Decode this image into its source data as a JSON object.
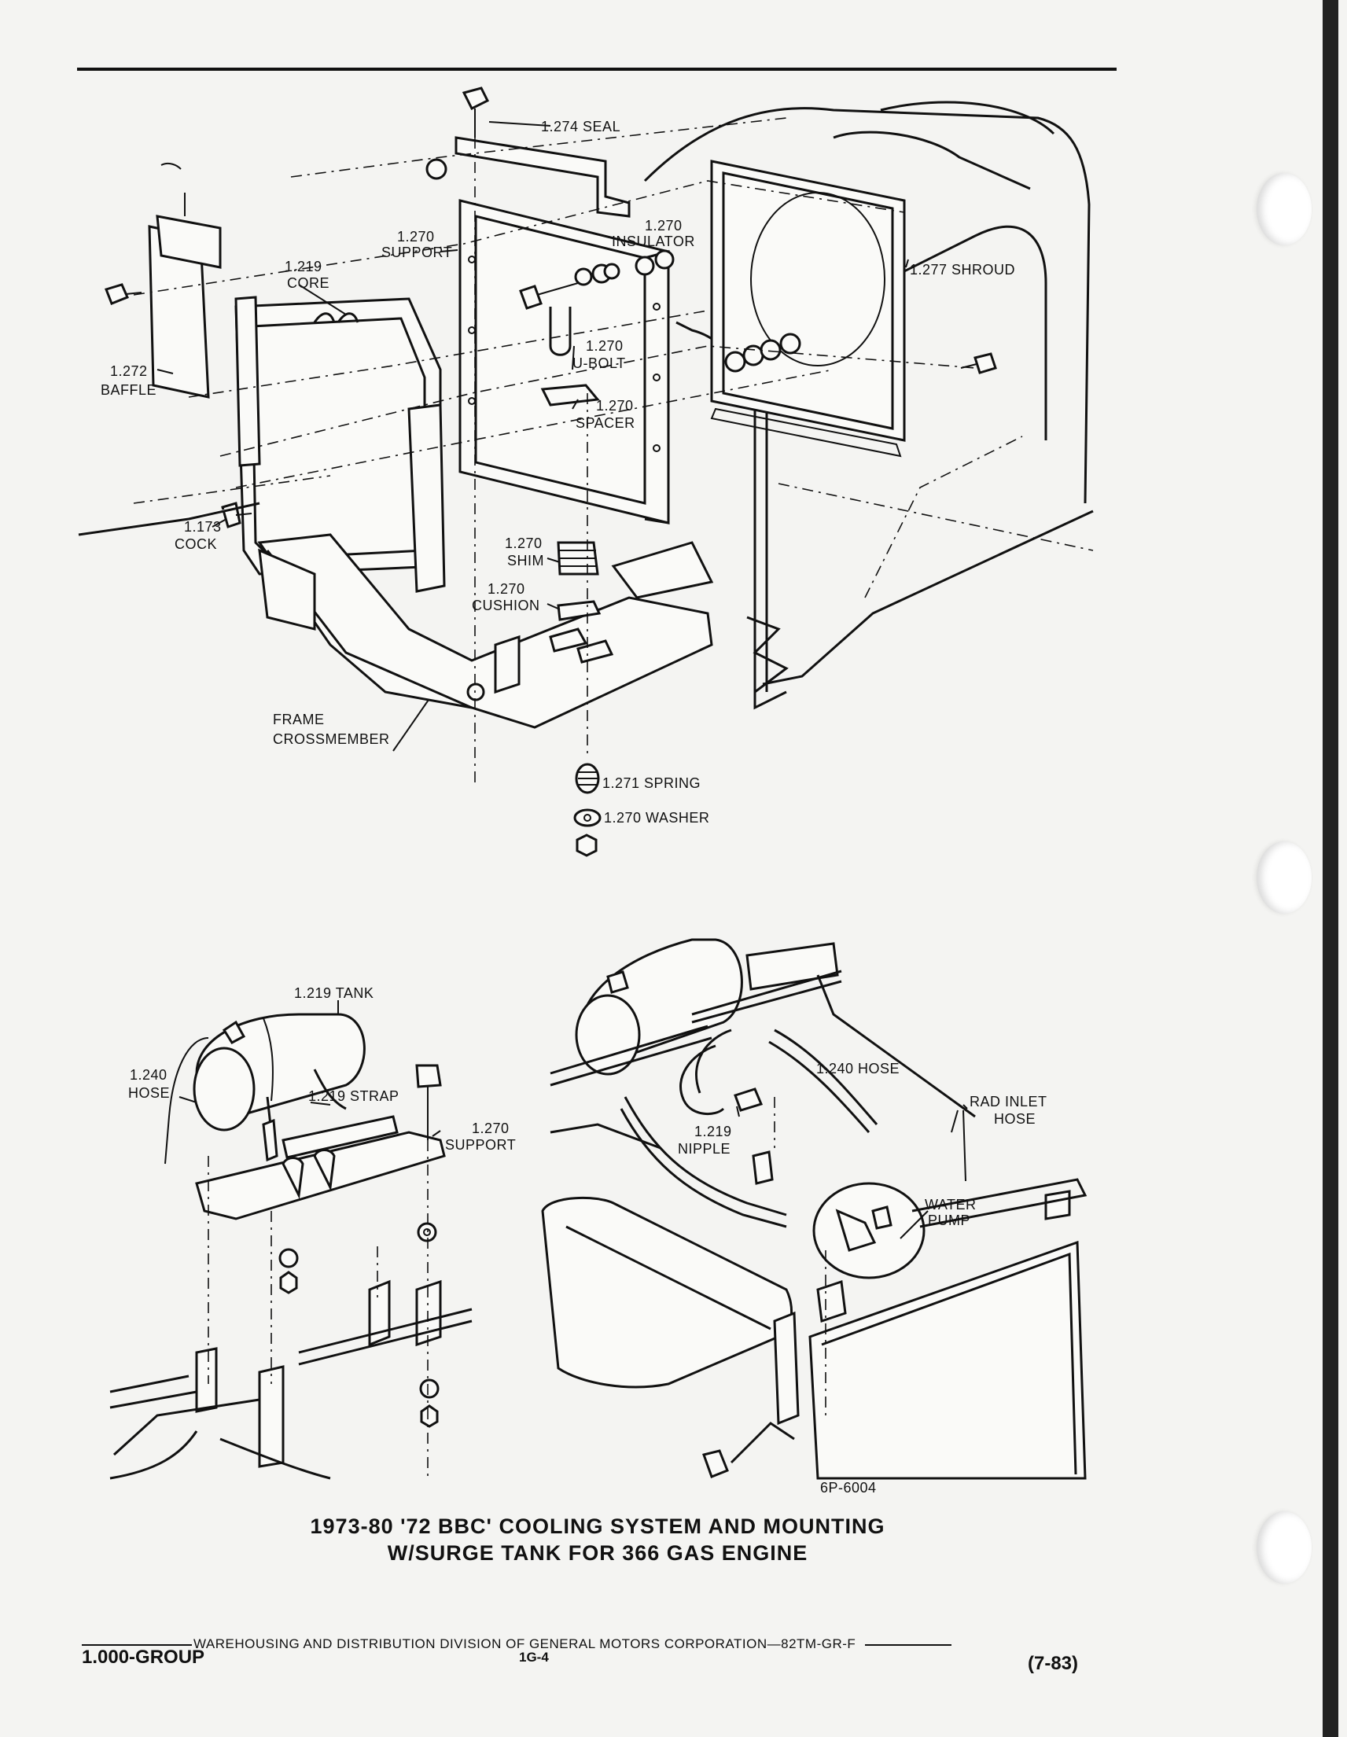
{
  "top_figure": {
    "labels": {
      "seal": "1.274 SEAL",
      "insulator_num": "1.270",
      "insulator": "INSULATOR",
      "support_num": "1.270",
      "support": "SUPPORT",
      "core_num": "1.219",
      "core": "CORE",
      "shroud": "1.277 SHROUD",
      "baffle_num": "1.272",
      "baffle": "BAFFLE",
      "ubolt_num": "1.270",
      "ubolt": "U-BOLT",
      "spacer_num": "1.270",
      "spacer": "SPACER",
      "cock_num": "1.173",
      "cock": "COCK",
      "shim_num": "1.270",
      "shim": "SHIM",
      "cushion_num": "1.270",
      "cushion": "CUSHION",
      "frame": "FRAME",
      "crossmember": "CROSSMEMBER",
      "spring": "1.271 SPRING",
      "washer": "1.270 WASHER"
    }
  },
  "bottom_left_figure": {
    "labels": {
      "tank": "1.219 TANK",
      "hose_num": "1.240",
      "hose": "HOSE",
      "strap": "1.219 STRAP",
      "support_num": "1.270",
      "support": "SUPPORT"
    }
  },
  "bottom_right_figure": {
    "labels": {
      "hose": "1.240 HOSE",
      "rad_inlet": "RAD INLET",
      "rad_inlet_hose": "HOSE",
      "nipple_num": "1.219",
      "nipple": "NIPPLE",
      "water": "WATER",
      "pump": "PUMP",
      "figure_code": "6P-6004"
    }
  },
  "caption": {
    "line1": "1973-80 '72 BBC' COOLING SYSTEM AND MOUNTING",
    "line2": "W/SURGE TANK FOR 366 GAS ENGINE"
  },
  "footer": {
    "division": "WAREHOUSING AND DISTRIBUTION DIVISION OF GENERAL MOTORS CORPORATION—82TM-GR-F",
    "group": "1.000-GROUP",
    "page": "1G-4",
    "date": "(7-83)"
  }
}
